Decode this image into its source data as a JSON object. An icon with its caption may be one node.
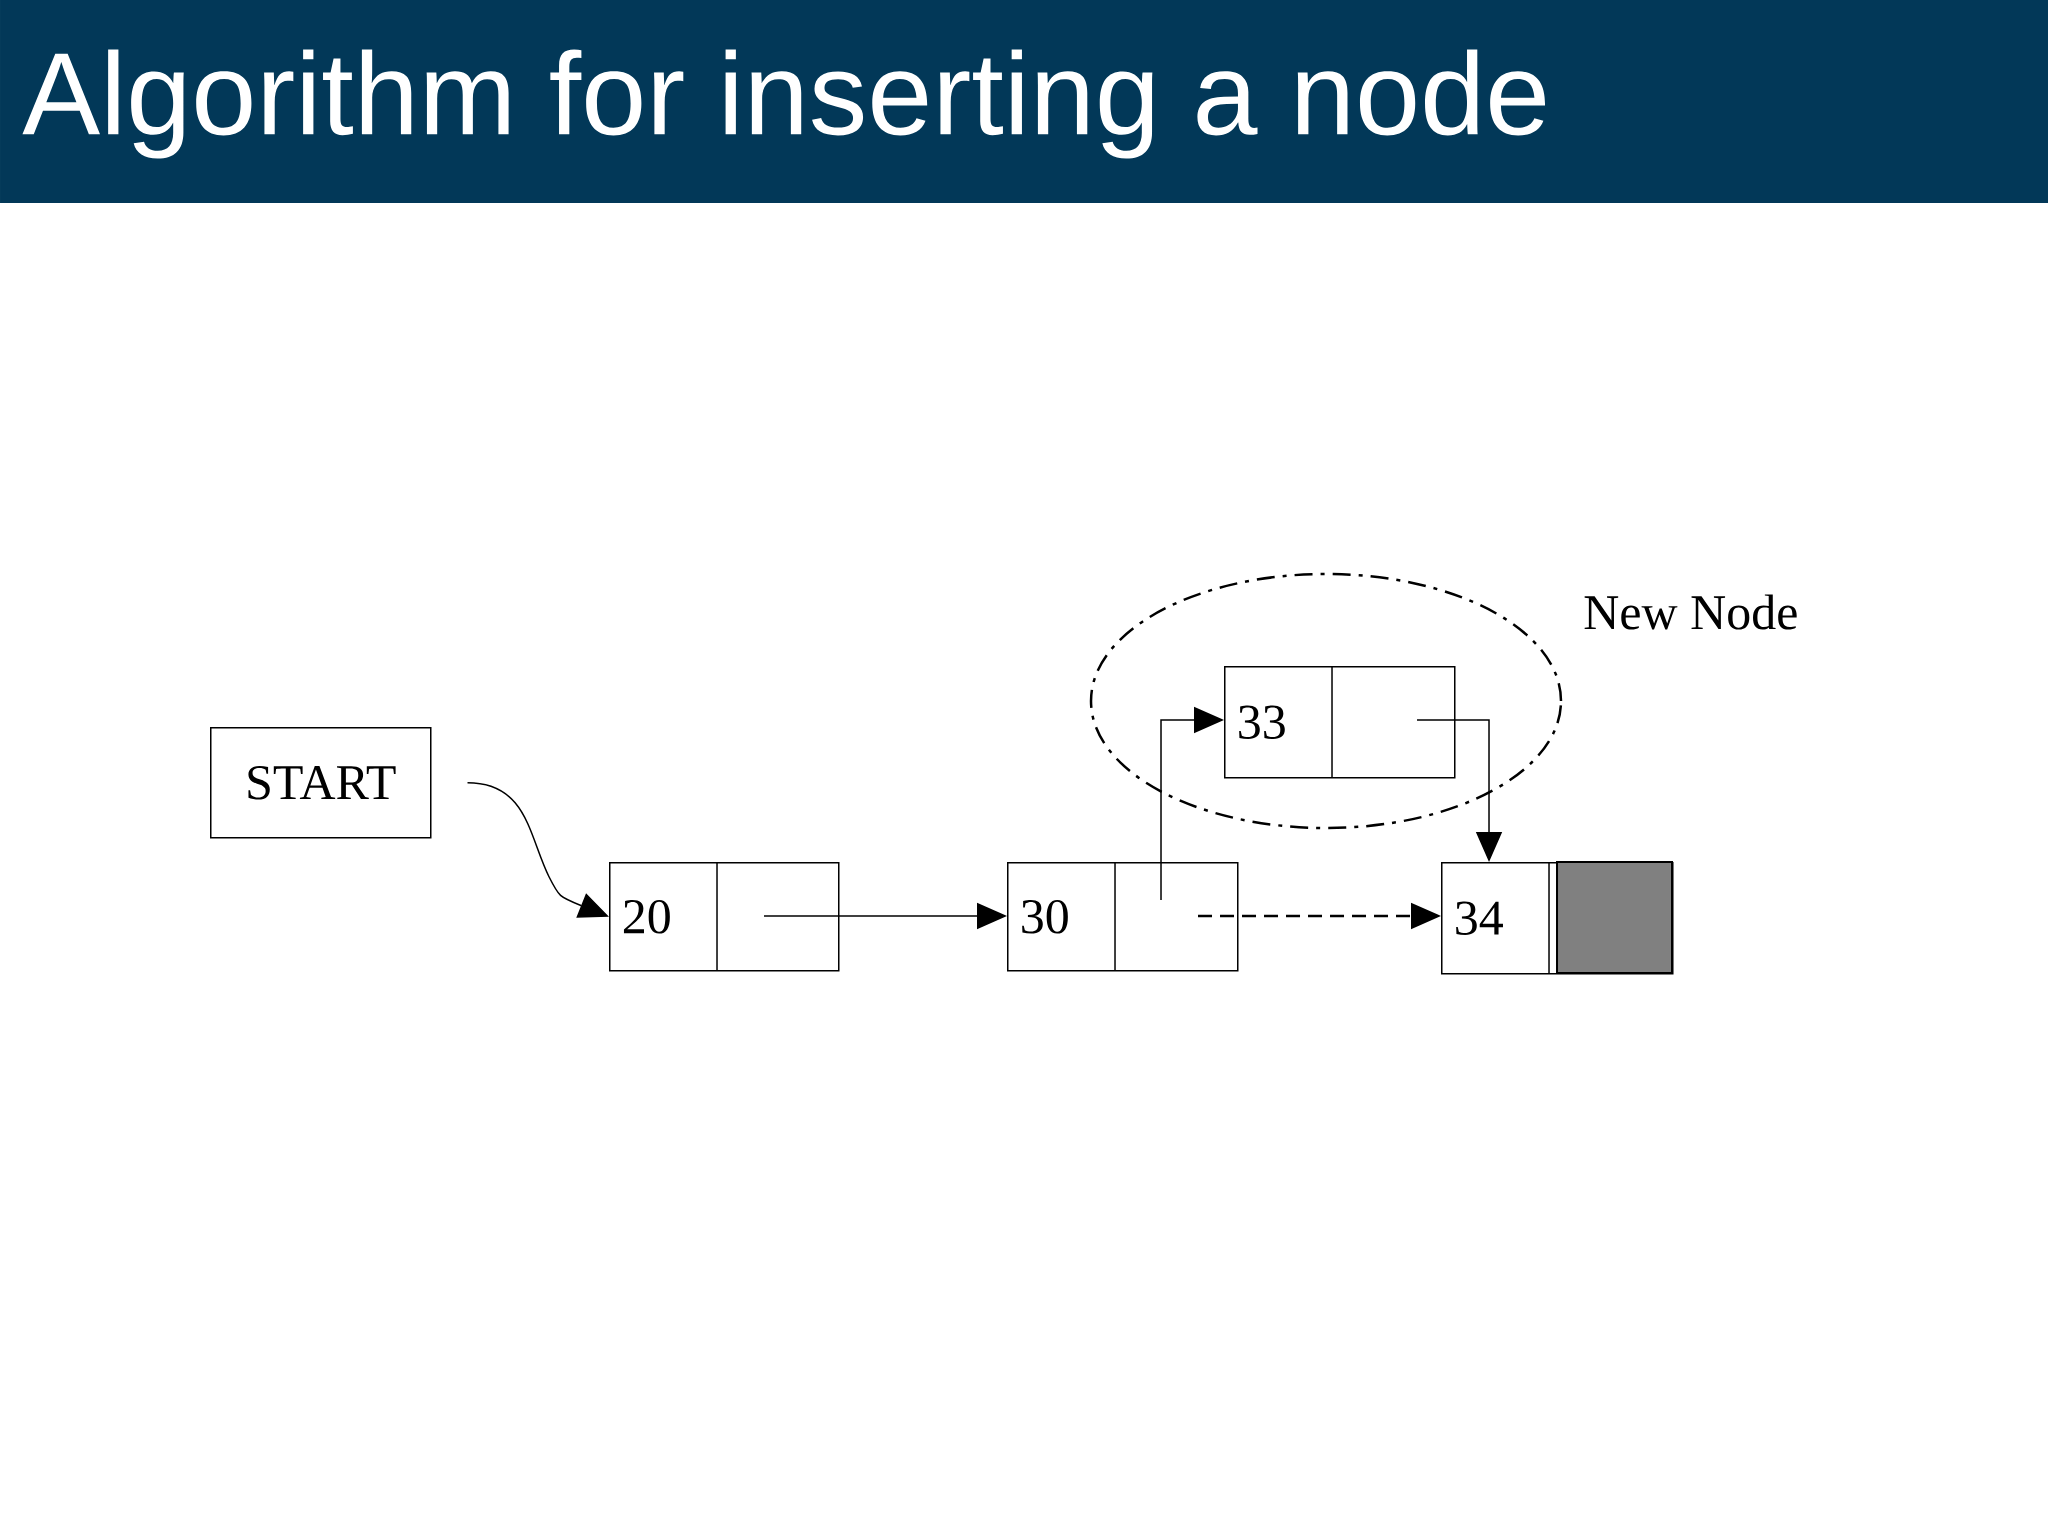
{
  "diagram": {
    "title": "Algorithm for inserting a node",
    "nodes": [
      {
        "text": [
          "START"
        ]
      },
      {
        "text": [
          "New Node"
        ]
      },
      {
        "text": [
          "33"
        ],
        "in": 1
      },
      {
        "text": [
          "20"
        ]
      },
      {
        "text": [
          "30"
        ]
      },
      {
        "text": [
          "34"
        ]
      }
    ],
    "edges": [
      {
        "from": 0,
        "to": 3,
        "arrow": "to"
      },
      {
        "from": 3,
        "to": 4,
        "arrow": "to"
      },
      {
        "from": 4,
        "to": 2,
        "arrow": "to"
      },
      {
        "from": 4,
        "to": 5,
        "arrow": "to",
        "style": "dashed"
      },
      {
        "from": 2,
        "to": 5,
        "arrow": "to"
      }
    ]
  }
}
